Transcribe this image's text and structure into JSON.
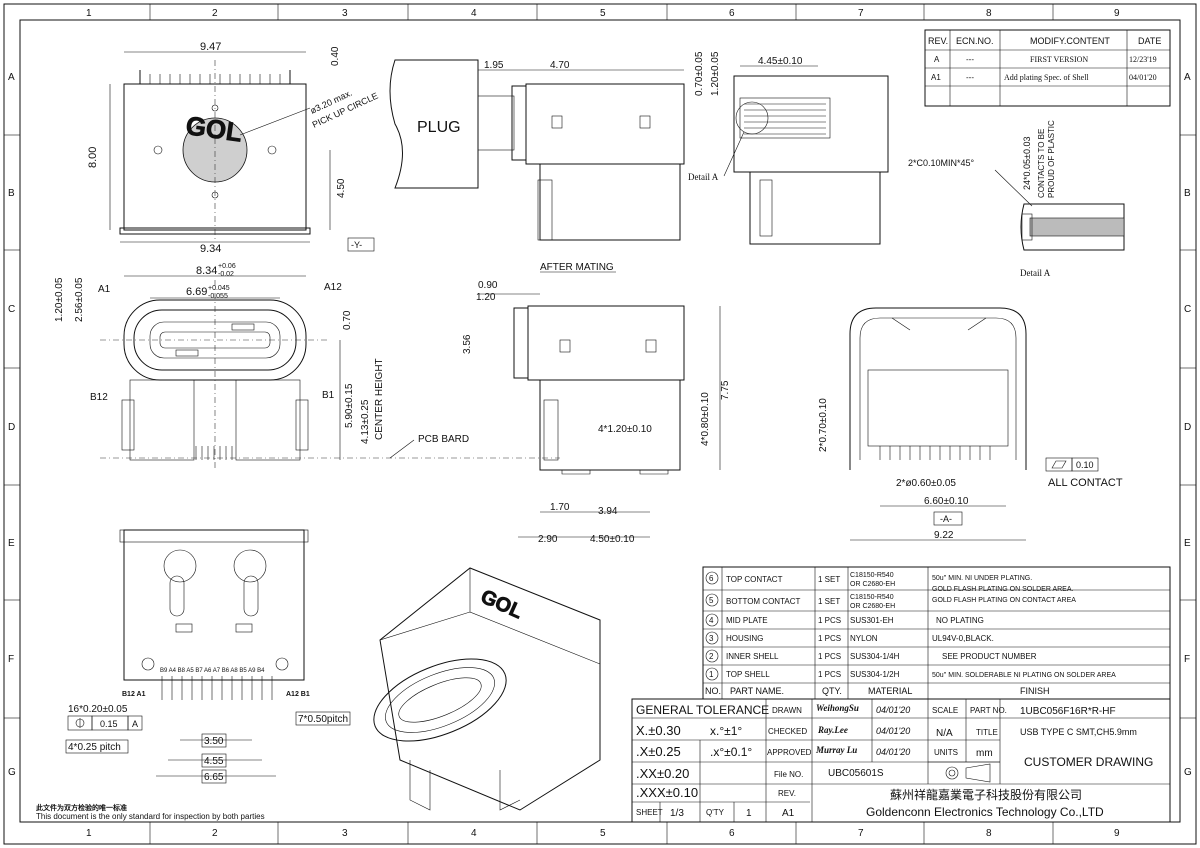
{
  "grid": {
    "columns": [
      "1",
      "2",
      "3",
      "4",
      "5",
      "6",
      "7",
      "8",
      "9"
    ],
    "rows": [
      "A",
      "B",
      "C",
      "D",
      "E",
      "F",
      "G"
    ]
  },
  "revisions": {
    "headers": [
      "REV.",
      "ECN.NO.",
      "MODIFY.CONTENT",
      "DATE"
    ],
    "rows": [
      {
        "rev": "A",
        "ecn": "---",
        "content": "FIRST VERSION",
        "date": "12/23'19"
      },
      {
        "rev": "A1",
        "ecn": "---",
        "content": "Add plating Spec. of Shell",
        "date": "04/01'20"
      }
    ]
  },
  "top_view": {
    "dim_width": "9.47",
    "dim_height": "8.00",
    "dim_040": "0.40",
    "dim_450": "4.50",
    "dim_bottom": "9.34",
    "datum_y": "-Y-",
    "pickup_1": "ø3.20 max.",
    "pickup_2": "PICK UP CIRCLE",
    "logo": "GOL"
  },
  "side_mating": {
    "dim_195": "1.95",
    "dim_470": "4.70",
    "plug": "PLUG",
    "caption": "AFTER MATING"
  },
  "section_view": {
    "dim_445": "4.45±0.10",
    "dim_070": "0.70±0.05",
    "dim_120": "1.20±0.05",
    "detail_label": "Detail A"
  },
  "detail_a": {
    "chamfer": "2*C0.10MIN*45°",
    "dim_024": "24*0.05±0.03",
    "note_1": "CONTACTS TO BE",
    "note_2": "PROUD OF PLASTIC",
    "caption": "Detail A"
  },
  "front_view": {
    "dim_834": "8.34",
    "dim_834_tol_up": "+0.06",
    "dim_834_tol_dn": "-0.02",
    "dim_669": "6.69",
    "dim_669_tol_up": "+0.045",
    "dim_669_tol_dn": "-0.055",
    "dim_256": "2.56±0.05",
    "dim_120": "1.20±0.05",
    "dim_070": "0.70",
    "dim_590": "5.90±0.15",
    "dim_413": "4.13±0.25",
    "center_height": "CENTER HEIGHT",
    "a1": "A1",
    "a12": "A12",
    "b12": "B12",
    "b1": "B1",
    "pcb": "PCB BARD"
  },
  "side_view": {
    "dim_090": "0.90",
    "dim_120": "1.20",
    "dim_356": "3.56",
    "dim_775": "7.75",
    "dim_4x080": "4*0.80±0.10",
    "dim_4x120": "4*1.20±0.10",
    "dim_170": "1.70",
    "dim_394": "3.94",
    "dim_290": "2.90",
    "dim_450": "4.50±0.10"
  },
  "rear_view": {
    "dim_2x070": "2*0.70±0.10",
    "dim_2x060": "2*ø0.60±0.05",
    "dim_660": "6.60±0.10",
    "datum_a": "-A-",
    "dim_922": "9.22",
    "flatness": "0.10",
    "all_contact": "ALL CONTACT"
  },
  "footprint": {
    "pins_top": "B9 A4 B8 A5 B7 A6 A7 B6 A8 B5 A9 B4",
    "left_label": "B12 A1",
    "right_label": "A12 B1",
    "dim_16x020": "16*0.20±0.05",
    "tol_pos": "0.15",
    "tol_datum": "A",
    "dim_4x025": "4*0.25 pitch",
    "dim_7x050": "7*0.50pitch",
    "dim_350": "3.50",
    "dim_455": "4.55",
    "dim_665": "6.65"
  },
  "iso_logo": "GOL",
  "bom": {
    "headers": [
      "NO.",
      "PART NAME.",
      "QTY.",
      "MATERIAL",
      "FINISH"
    ],
    "rows": [
      {
        "no": "6",
        "name": "TOP CONTACT",
        "qty": "1 SET",
        "mat1": "C18150-R540",
        "mat2": "OR C2680-EH",
        "fin1": "50u'' MIN. NI UNDER PLATING.",
        "fin2": "GOLD FLASH PLATING ON SOLDER AREA.",
        "fin3": "GOLD FLASH PLATING ON CONTACT AREA"
      },
      {
        "no": "5",
        "name": "BOTTOM CONTACT",
        "qty": "1 SET",
        "mat1": "C18150-R540",
        "mat2": "OR C2680-EH",
        "fin1": "",
        "fin2": "",
        "fin3": ""
      },
      {
        "no": "4",
        "name": "MID PLATE",
        "qty": "1 PCS",
        "mat1": "SUS301-EH",
        "mat2": "",
        "fin1": "NO PLATING",
        "fin2": "",
        "fin3": ""
      },
      {
        "no": "3",
        "name": "HOUSING",
        "qty": "1 PCS",
        "mat1": "NYLON",
        "mat2": "",
        "fin1": "UL94V-0,BLACK.",
        "fin2": "",
        "fin3": ""
      },
      {
        "no": "2",
        "name": "INNER SHELL",
        "qty": "1 PCS",
        "mat1": "SUS304-1/4H",
        "mat2": "",
        "fin1": "SEE PRODUCT NUMBER",
        "fin2": "",
        "fin3": ""
      },
      {
        "no": "1",
        "name": "TOP SHELL",
        "qty": "1 PCS",
        "mat1": "SUS304-1/2H",
        "mat2": "",
        "fin1": "50u'' MIN. SOLDERABLE NI PLATING ON SOLDER AREA",
        "fin2": "",
        "fin3": ""
      }
    ]
  },
  "title_block": {
    "general_tolerance": "GENERAL TOLERANCE",
    "tol_x": "X.±0.30",
    "tol_x1": ".X±0.25",
    "tol_xx": ".XX±0.20",
    "tol_xxx": ".XXX±0.10",
    "ang_1": "x.°±1°",
    "ang_2": ".x°±0.1°",
    "drawn_label": "DRAWN",
    "drawn_by": "WeihongSu",
    "drawn_date": "04/01'20",
    "checked_label": "CHECKED",
    "checked_by": "Ray.Lee",
    "checked_date": "04/01'20",
    "approved_label": "APPROVED",
    "approved_by": "Murray Lu",
    "approved_date": "04/01'20",
    "scale_label": "SCALE",
    "scale": "N/A",
    "units_label": "UNITS",
    "units": "mm",
    "part_no_label": "PART NO.",
    "part_no": "1UBC056F16R*R-HF",
    "title_label": "TITLE",
    "title": "USB TYPE C SMT,CH5.9mm",
    "customer_drawing": "CUSTOMER DRAWING",
    "file_no_label": "File NO.",
    "file_no": "UBC05601S",
    "rev_label": "REV.",
    "rev": "A1",
    "sheet_label": "SHEET",
    "sheet": "1/3",
    "qty_label": "Q'TY",
    "qty": "1",
    "company_cn": "蘇州祥龍嘉業電子科技股份有限公司",
    "company_en": "Goldenconn Electronics Technology Co.,LTD"
  },
  "footer_note_cn": "此文件为双方检验的唯一标准",
  "footer_note_en": "This document is the only standard for inspection by both parties"
}
